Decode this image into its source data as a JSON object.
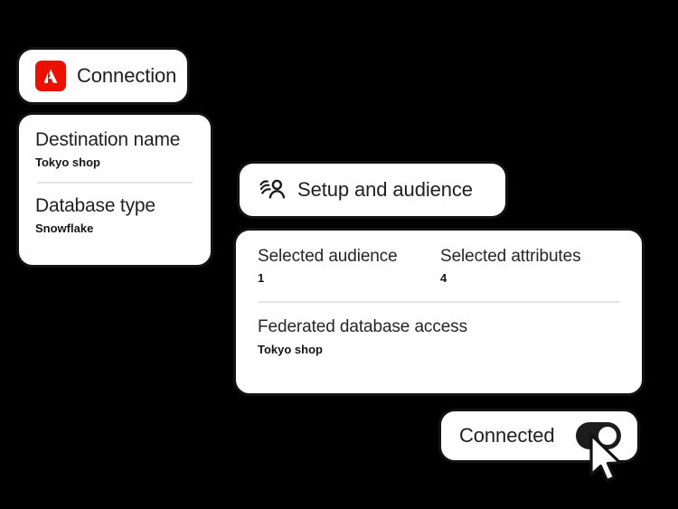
{
  "background_color": "#000000",
  "accent_color": "#EB1000",
  "cards": {
    "connection": {
      "logo_icon": "adobe-logo-icon",
      "label": "Connection"
    },
    "destination": {
      "fields": [
        {
          "title": "Destination name",
          "value": "Tokyo shop"
        },
        {
          "title": "Database type",
          "value": "Snowflake"
        }
      ]
    },
    "setup": {
      "icon": "audience-group-icon",
      "label": "Setup and audience"
    },
    "audience_details": {
      "stats": [
        {
          "label": "Selected audience",
          "value": "1"
        },
        {
          "label": "Selected attributes",
          "value": "4"
        }
      ],
      "federated": {
        "title": "Federated database access",
        "value": "Tokyo shop"
      }
    },
    "connected": {
      "label": "Connected",
      "toggle_state": "on",
      "toggle_color": "#1c1c1c"
    }
  },
  "cursor": {
    "icon": "mouse-pointer-icon"
  }
}
